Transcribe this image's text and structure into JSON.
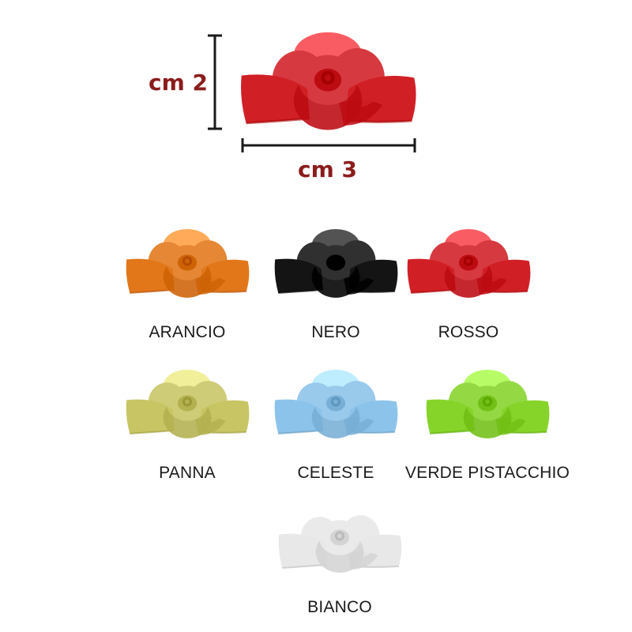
{
  "dimensions": {
    "height_label": "cm 2",
    "width_label": "cm 3",
    "label_color": "#8b1c1c"
  },
  "hero": {
    "icon": "rose-bow-icon",
    "color": "#d11f26"
  },
  "swatches": [
    {
      "label": "ARANCIO",
      "color": "#e2771a"
    },
    {
      "label": "NERO",
      "color": "#141414"
    },
    {
      "label": "ROSSO",
      "color": "#d11f26"
    },
    {
      "label": "PANNA",
      "color": "#c8c564"
    },
    {
      "label": "CELESTE",
      "color": "#8cc3ea"
    },
    {
      "label": "VERDE PISTACCHIO",
      "color": "#86d42a"
    },
    {
      "label": "BIANCO",
      "color": "#e8e8e8"
    }
  ]
}
